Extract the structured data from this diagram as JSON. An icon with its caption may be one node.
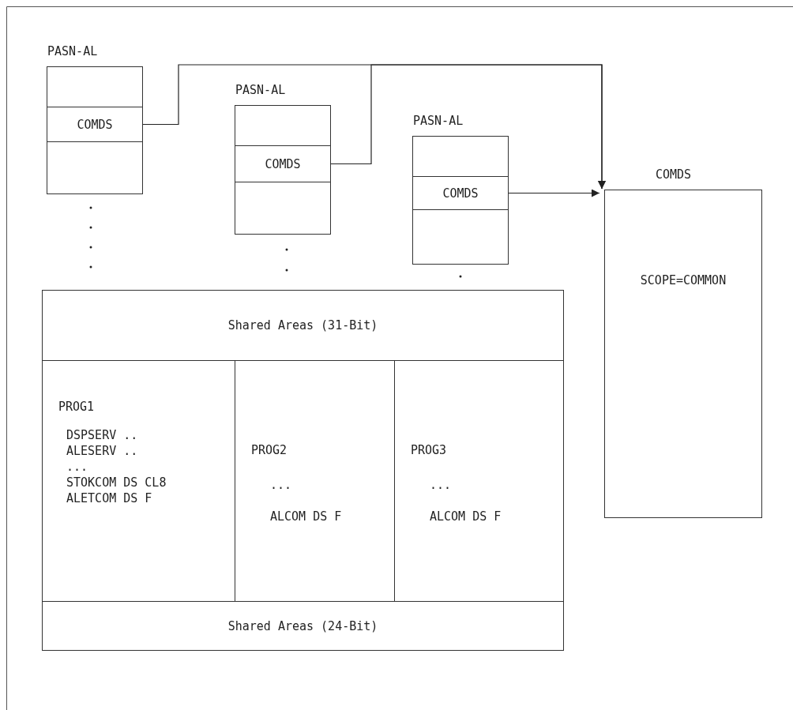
{
  "diagram": {
    "nodes": [
      {
        "text": [
          "PASN-AL"
        ]
      },
      {
        "text": [
          "COMDS"
        ],
        "in": 0
      },
      {
        "text": [
          "PASN-AL"
        ]
      },
      {
        "text": [
          "COMDS"
        ],
        "in": 2
      },
      {
        "text": [
          "PASN-AL"
        ]
      },
      {
        "text": [
          "COMDS"
        ],
        "in": 4
      },
      {
        "text": [
          "COMDS",
          "SCOPE=COMMON"
        ]
      },
      {
        "text": [],
        "shape": "box"
      },
      {
        "text": [
          "Shared Areas (31-Bit)"
        ],
        "in": 7
      },
      {
        "text": [
          "PROG1",
          "DSPSERV ..",
          "ALESERV ..",
          "...",
          "STOKCOM DS CL8",
          "ALETCOM DS F"
        ],
        "in": 7
      },
      {
        "text": [
          "PROG2",
          "...",
          "ALCOM DS F"
        ],
        "in": 7
      },
      {
        "text": [
          "PROG3",
          "...",
          "ALCOM DS F"
        ],
        "in": 7
      },
      {
        "text": [
          "Shared Areas (24-Bit)"
        ],
        "in": 7
      }
    ],
    "edges": [
      {
        "from": 1,
        "to": 6,
        "arrow": "to"
      },
      {
        "from": 3,
        "to": 6,
        "arrow": "to"
      },
      {
        "from": 5,
        "to": 6,
        "arrow": "to"
      }
    ]
  }
}
